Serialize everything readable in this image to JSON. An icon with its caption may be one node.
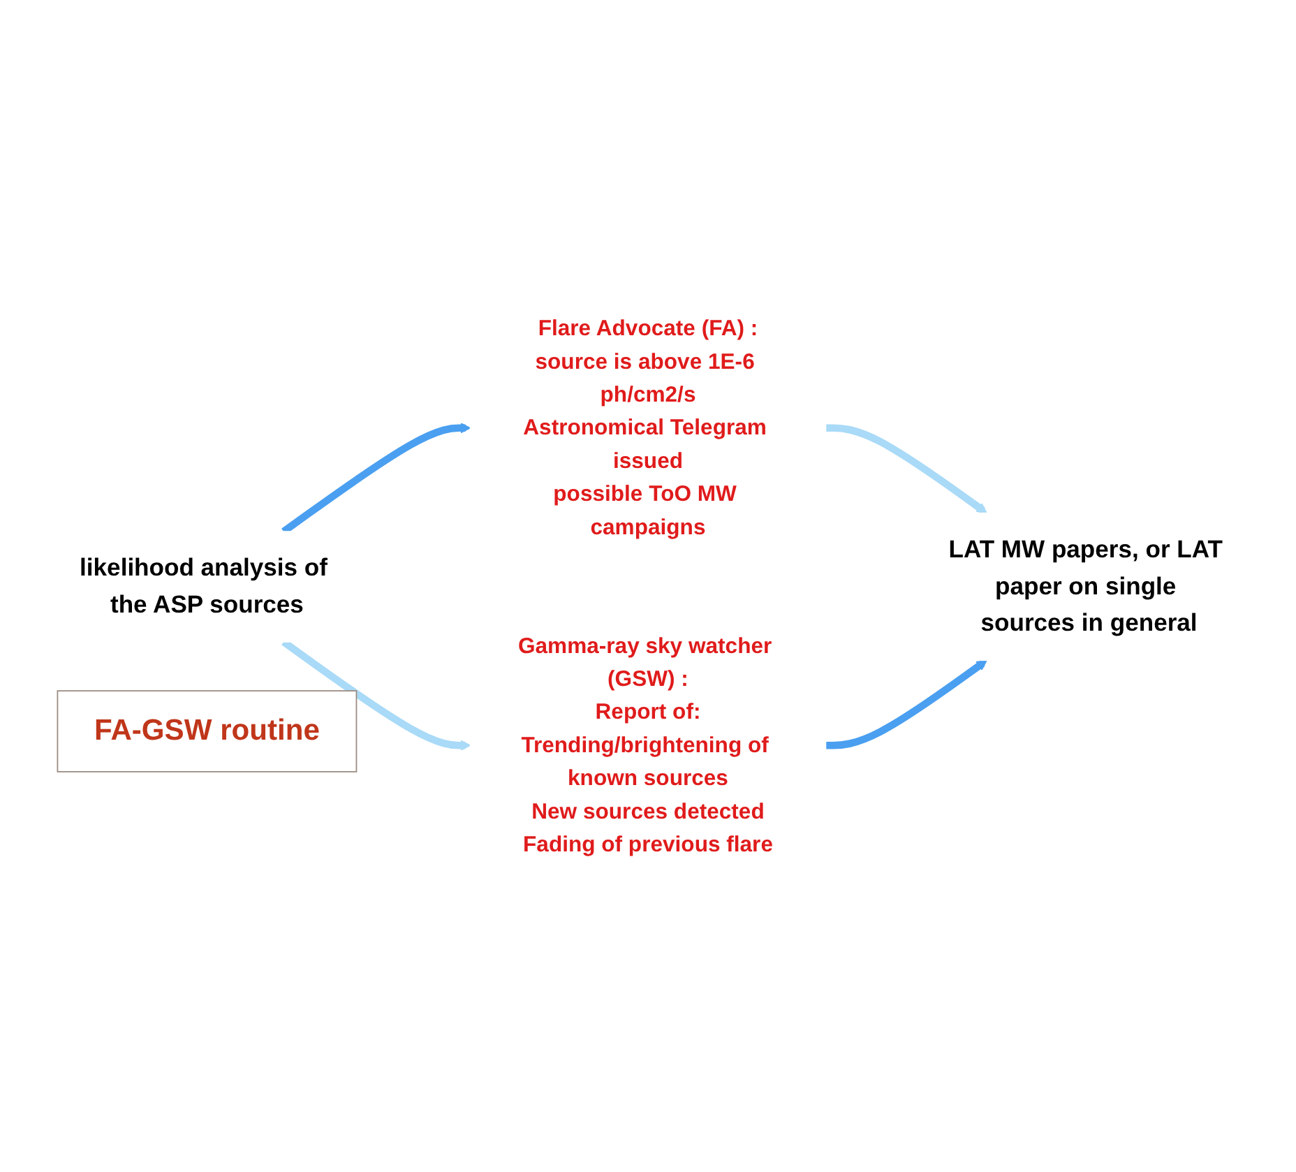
{
  "diagram": {
    "nodes": [
      {
        "text": [
          "likelihood analysis of the ASP sources"
        ]
      },
      {
        "text": [
          "Flare Advocate (FA) :",
          "source is above 1E-6 ph/cm2/s",
          "Astronomical Telegram issued",
          "possible ToO MW campaigns"
        ]
      },
      {
        "text": [
          "Gamma-ray sky watcher (GSW) :",
          "Report of:",
          "Trending/brightening of known sources",
          "New sources detected",
          "Fading of previous flare"
        ]
      },
      {
        "text": [
          "LAT MW papers, or LAT paper on single sources in general"
        ]
      },
      {
        "text": [
          "FA-GSW routine"
        ]
      }
    ],
    "edges": [
      {
        "from": 0,
        "to": 1,
        "arrow": "to",
        "color": "#4a9ff0"
      },
      {
        "from": 1,
        "to": 3,
        "arrow": "to",
        "color": "#a9daf7"
      },
      {
        "from": 0,
        "to": 2,
        "arrow": "to",
        "color": "#a9daf7"
      },
      {
        "from": 2,
        "to": 3,
        "arrow": "to",
        "color": "#4a9ff0"
      }
    ]
  }
}
